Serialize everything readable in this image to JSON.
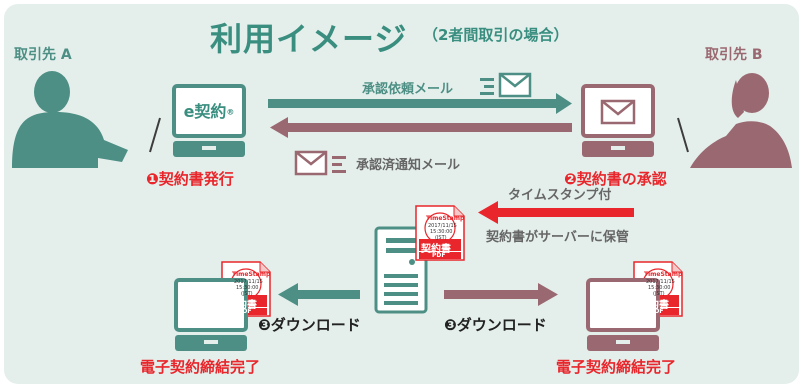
{
  "header": {
    "title": "利用イメージ",
    "subtitle": "（2者間取引の場合）"
  },
  "parties": {
    "a": "取引先 A",
    "b": "取引先 B"
  },
  "app_label": "e契約",
  "app_mark": "®",
  "messages": {
    "request_mail": "承認依頼メール",
    "notify_mail": "承認済通知メール",
    "timestamp": "タイムスタンプ付",
    "server_save": "契約書がサーバーに保管"
  },
  "steps": {
    "step1": "❶契約書発行",
    "step2": "❷契約書の承認",
    "step3_left": "❸ダウンロード",
    "step3_right": "❸ダウンロード"
  },
  "complete": {
    "left": "電子契約締結完了",
    "right": "電子契約締結完了"
  },
  "document_badge": {
    "stamp_label": "TimeStamp",
    "date": "2017/11/15",
    "time": "15:30:00",
    "zone": "(JST)",
    "doc_label": "契約書",
    "format": "PDF"
  },
  "colors": {
    "teal": "#4d8f84",
    "mauve": "#9a6870",
    "red": "#e8262b",
    "background": "#e4efec"
  }
}
